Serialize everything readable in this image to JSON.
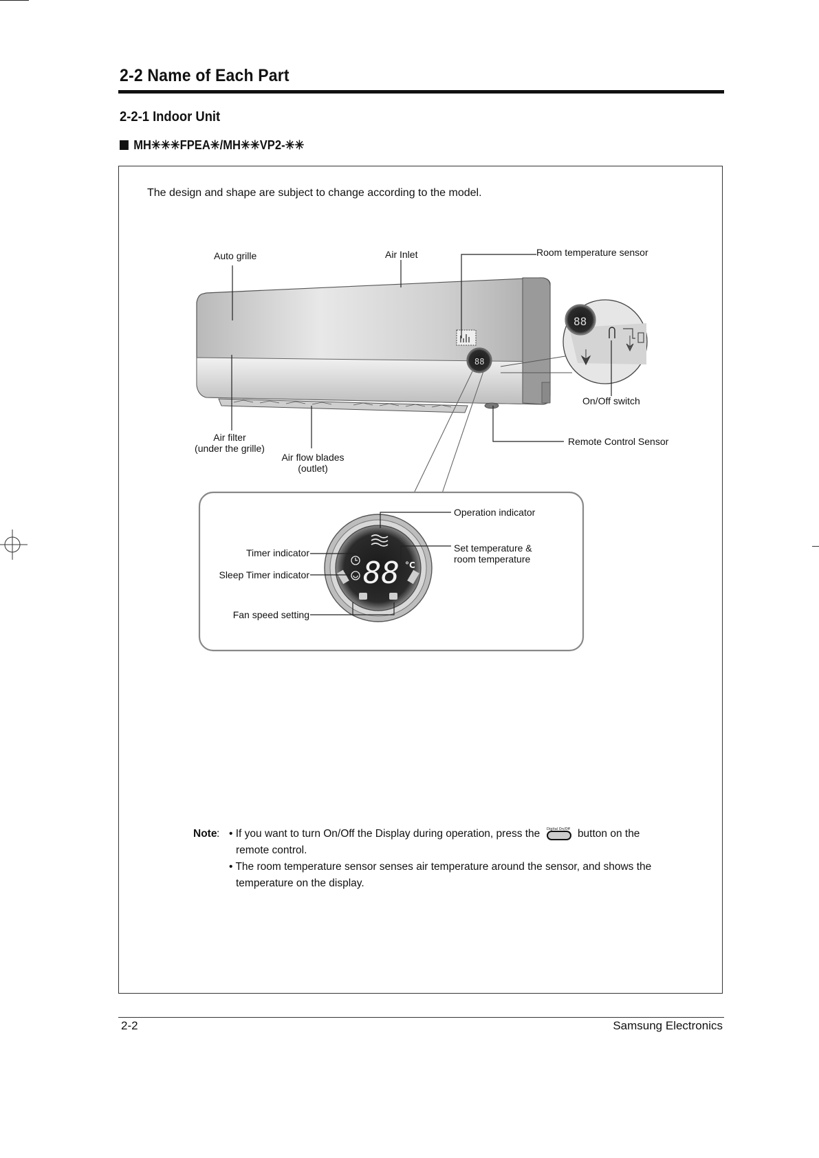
{
  "page": {
    "section_title": "2-2 Name of Each Part",
    "subsection_title": "2-2-1 Indoor Unit",
    "model_heading": "MH✳✳✳FPEA✳/MH✳✳VP2-✳✳"
  },
  "diagram": {
    "design_note": "The design and shape are subject to change according to the model.",
    "labels": {
      "auto_grille": "Auto grille",
      "air_inlet": "Air Inlet",
      "room_temperature_sensor": "Room temperature sensor",
      "on_off_switch": "On/Off switch",
      "remote_control_sensor": "Remote Control Sensor",
      "air_filter_line1": "Air filter",
      "air_filter_line2": "(under the grille)",
      "air_flow_blades_line1": "Air flow blades",
      "air_flow_blades_line2": "(outlet)",
      "operation_indicator": "Operation indicator",
      "set_temperature_line1": "Set temperature &",
      "set_temperature_line2": "room temperature",
      "timer_indicator": "Timer indicator",
      "sleep_timer_indicator": "Sleep Timer indicator",
      "fan_speed_setting": "Fan speed setting"
    },
    "display_digits": "88",
    "display_unit": "°C",
    "button_icon_text": "Digital On/Off"
  },
  "note": {
    "label": "Note",
    "colon": ":",
    "item1_a": "• If you want to turn On/Off the Display during operation, press the",
    "item1_b": "button on the",
    "item1_c": "remote control.",
    "item2_a": "• The room temperature sensor senses air temperature around the sensor, and shows the",
    "item2_b": "temperature on the display."
  },
  "footer": {
    "page_number": "2-2",
    "company": "Samsung Electronics"
  }
}
